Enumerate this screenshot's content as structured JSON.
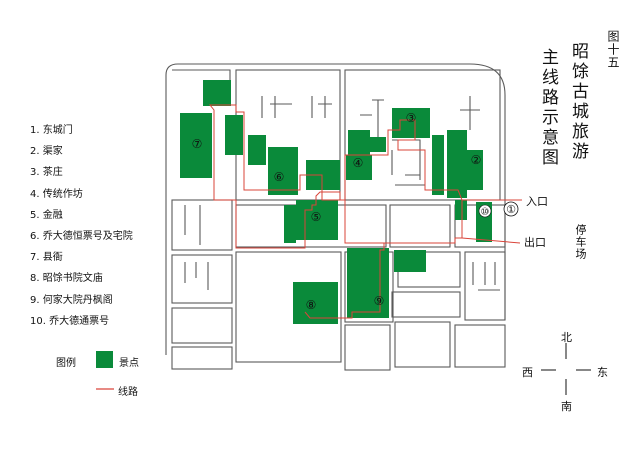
{
  "figure_number": "图十五",
  "title": "昭馀古城旅游",
  "subtitle": "主线路示意图",
  "legend_list": [
    "1. 东城门",
    "2. 渠家",
    "3. 茶庄",
    "4. 传统作坊",
    "5. 金融",
    "6. 乔大德恒票号及宅院",
    "7. 县衙",
    "8. 昭馀书院文庙",
    "9. 何家大院丹枫阁",
    "10. 乔大德通票号"
  ],
  "legend": {
    "title": "图例",
    "spot_label": "景点",
    "route_label": "线路"
  },
  "labels": {
    "entrance": "入口",
    "exit": "出口",
    "parking": "停车场"
  },
  "compass": {
    "north": "北",
    "south": "南",
    "east": "东",
    "west": "西"
  },
  "spots": [
    {
      "number": "①"
    },
    {
      "number": "②"
    },
    {
      "number": "③"
    },
    {
      "number": "④"
    },
    {
      "number": "⑤"
    },
    {
      "number": "⑥"
    },
    {
      "number": "⑦"
    },
    {
      "number": "⑧"
    },
    {
      "number": "⑨"
    },
    {
      "number": "⑩"
    }
  ],
  "colors": {
    "spot_fill": "#0a8a3a",
    "route": "#d9443a",
    "street_line": "#555555"
  }
}
